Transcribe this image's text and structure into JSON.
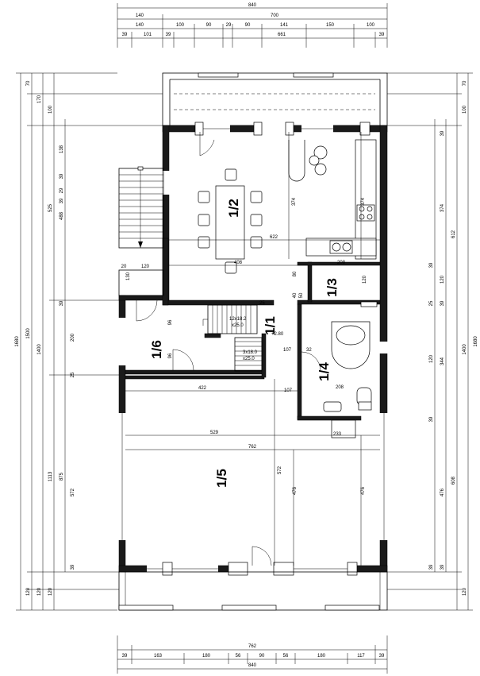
{
  "top_dims": {
    "total": "840",
    "row2": [
      "140",
      "700"
    ],
    "row3": [
      "140",
      "100",
      "90",
      "29",
      "90",
      "141",
      "150",
      "100"
    ],
    "row4": [
      "39",
      "101",
      "39",
      "661",
      "39"
    ]
  },
  "bottom_dims": {
    "total": "840",
    "row_762": "762",
    "row_parts": [
      "39",
      "163",
      "180",
      "56",
      "90",
      "56",
      "180",
      "117",
      "39"
    ]
  },
  "left_dims": {
    "outer": [
      "1680",
      "1500",
      "1400"
    ],
    "segments": [
      "70",
      "170",
      "100",
      "525",
      "39",
      "1113",
      "875",
      "120",
      "120",
      "120"
    ],
    "inner": [
      "138",
      "39",
      "29",
      "39",
      "488",
      "200",
      "25",
      "572",
      "39"
    ]
  },
  "right_dims": {
    "outer": [
      "1680",
      "1400"
    ],
    "segments": [
      "70",
      "100",
      "612",
      "39",
      "120",
      "25",
      "344",
      "120",
      "608",
      "39",
      "120"
    ],
    "inner": [
      "39",
      "374",
      "39",
      "39",
      "476",
      "39"
    ]
  },
  "rooms": {
    "r12": "1/2",
    "r13": "1/3",
    "r11": "1/1",
    "r14": "1/4",
    "r15": "1/5",
    "r16": "1/6"
  },
  "interior_dims": {
    "d622": "622",
    "d408": "408",
    "d374a": "374",
    "d374b": "374",
    "d208a": "208",
    "d120a": "120",
    "d120b": "120",
    "d20": "20",
    "d130": "130",
    "d107a": "107",
    "d107b": "107",
    "d422": "422",
    "d529": "529",
    "d762": "762",
    "d572": "572",
    "d476a": "476",
    "d476b": "476",
    "d233": "233",
    "d208b": "208",
    "d96a": "96",
    "d96b": "96",
    "d40": "40",
    "d50": "50",
    "d80": "80",
    "d32": "32",
    "d25": "25"
  },
  "stairs": {
    "upper": "12x18.2\n25.0",
    "upper_l1": "12x18.2",
    "upper_l2": "x25.0",
    "lower_l1": "3x18.0",
    "lower_l2": "x25.0",
    "level": "+2.80"
  }
}
